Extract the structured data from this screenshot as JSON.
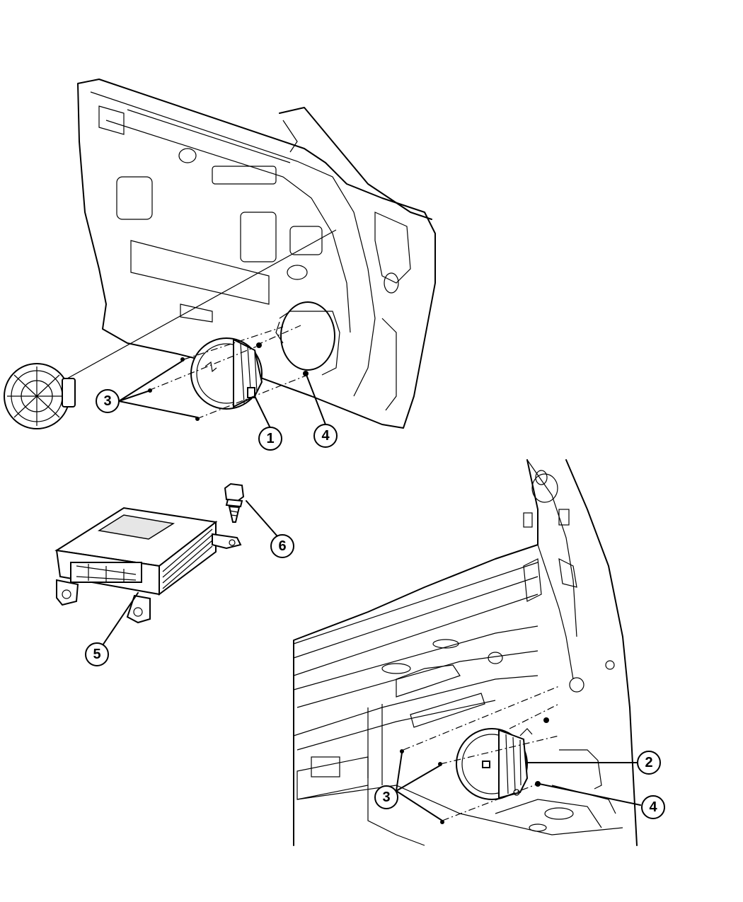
{
  "callouts": {
    "c1": "1",
    "c2": "2",
    "c3_front": "3",
    "c3_rear": "3",
    "c4_front": "4",
    "c4_rear": "4",
    "c5": "5",
    "c6": "6"
  }
}
